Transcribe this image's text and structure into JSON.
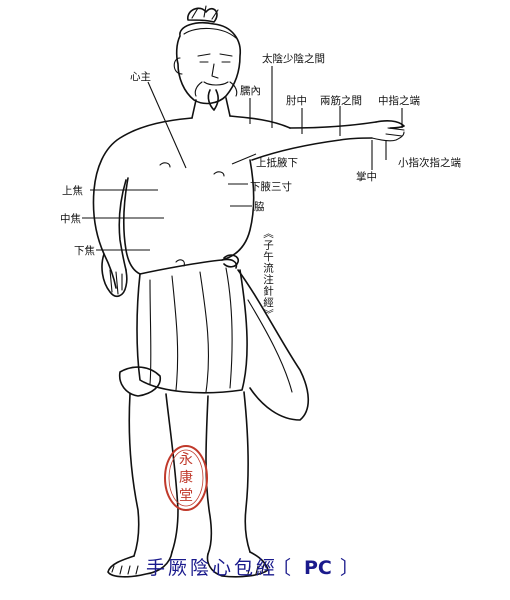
{
  "title": "手厥陰心包經",
  "title_code": "PC",
  "bracket_open": "〔",
  "bracket_close": "〕",
  "source_note": "《子午流注針經》",
  "seal": {
    "line1": "永",
    "line2": "康",
    "line3": "堂",
    "color": "#c0392b"
  },
  "labels": {
    "xinzhu": "心主",
    "taiyin_shaoyin": "太陰少陰之間",
    "nao_nei": "臑內",
    "zhou_zhong": "肘中",
    "liang_jin": "兩筋之間",
    "zhong_zhi": "中指之端",
    "xiao_zhi": "小指次指之端",
    "zhang_zhong": "掌中",
    "shang_di_ye_xia": "上抵腋下",
    "xia_ye_san_cun": "下腋三寸",
    "xie": "脇",
    "shang_jiao": "上焦",
    "zhong_jiao": "中焦",
    "xia_jiao": "下焦"
  },
  "colors": {
    "caption": "#1a1a8c",
    "ink": "#111111",
    "seal": "#c0392b"
  }
}
